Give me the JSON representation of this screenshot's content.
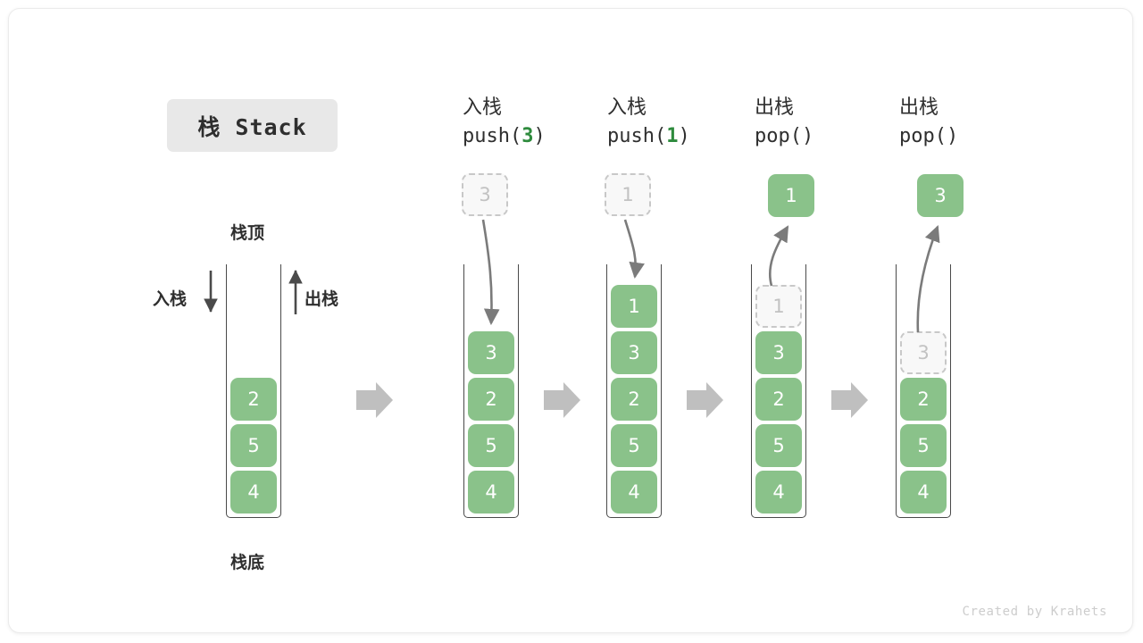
{
  "card": {
    "background": "#ffffff",
    "border_color": "#ebebeb"
  },
  "title": {
    "text": "栈 Stack",
    "badge_color": "#e8e8e8"
  },
  "colors": {
    "cell_fill": "#8ac28a",
    "cell_text": "#ffffff",
    "ghost_fill": "#f8f8f8",
    "ghost_text": "#c2c2c2",
    "ghost_border": "#c8c8c8",
    "accent_green": "#2e8b3d",
    "arrow_gray": "#9e9e9e",
    "line_dark": "#6b6b6b"
  },
  "labels": {
    "top": "栈顶",
    "bottom": "栈底",
    "push": "入栈",
    "pop": "出栈"
  },
  "steps": [
    {
      "id": "initial",
      "header_cn": "",
      "header_code": "",
      "header_arg": "",
      "cells": [
        {
          "value": "2",
          "style": "solid"
        },
        {
          "value": "5",
          "style": "solid"
        },
        {
          "value": "4",
          "style": "solid"
        }
      ],
      "float_cell": null
    },
    {
      "id": "push-3",
      "header_cn": "入栈",
      "header_code_prefix": "push(",
      "header_arg": "3",
      "header_code_suffix": ")",
      "cells": [
        {
          "value": "3",
          "style": "solid"
        },
        {
          "value": "2",
          "style": "solid"
        },
        {
          "value": "5",
          "style": "solid"
        },
        {
          "value": "4",
          "style": "solid"
        }
      ],
      "float_cell": {
        "value": "3",
        "style": "ghost"
      },
      "arrow": "down"
    },
    {
      "id": "push-1",
      "header_cn": "入栈",
      "header_code_prefix": "push(",
      "header_arg": "1",
      "header_code_suffix": ")",
      "cells": [
        {
          "value": "1",
          "style": "solid"
        },
        {
          "value": "3",
          "style": "solid"
        },
        {
          "value": "2",
          "style": "solid"
        },
        {
          "value": "5",
          "style": "solid"
        },
        {
          "value": "4",
          "style": "solid"
        }
      ],
      "float_cell": {
        "value": "1",
        "style": "ghost"
      },
      "arrow": "down"
    },
    {
      "id": "pop-1",
      "header_cn": "出栈",
      "header_code_prefix": "pop(",
      "header_arg": "",
      "header_code_suffix": ")",
      "cells": [
        {
          "value": "1",
          "style": "ghost"
        },
        {
          "value": "3",
          "style": "solid"
        },
        {
          "value": "2",
          "style": "solid"
        },
        {
          "value": "5",
          "style": "solid"
        },
        {
          "value": "4",
          "style": "solid"
        }
      ],
      "float_cell": {
        "value": "1",
        "style": "solid"
      },
      "arrow": "up"
    },
    {
      "id": "pop-3",
      "header_cn": "出栈",
      "header_code_prefix": "pop(",
      "header_arg": "",
      "header_code_suffix": ")",
      "cells": [
        {
          "value": "3",
          "style": "ghost"
        },
        {
          "value": "2",
          "style": "solid"
        },
        {
          "value": "5",
          "style": "solid"
        },
        {
          "value": "4",
          "style": "solid"
        }
      ],
      "float_cell": {
        "value": "3",
        "style": "solid"
      },
      "arrow": "up"
    }
  ],
  "transition_arrows": 4,
  "credit": "Created by Krahets"
}
